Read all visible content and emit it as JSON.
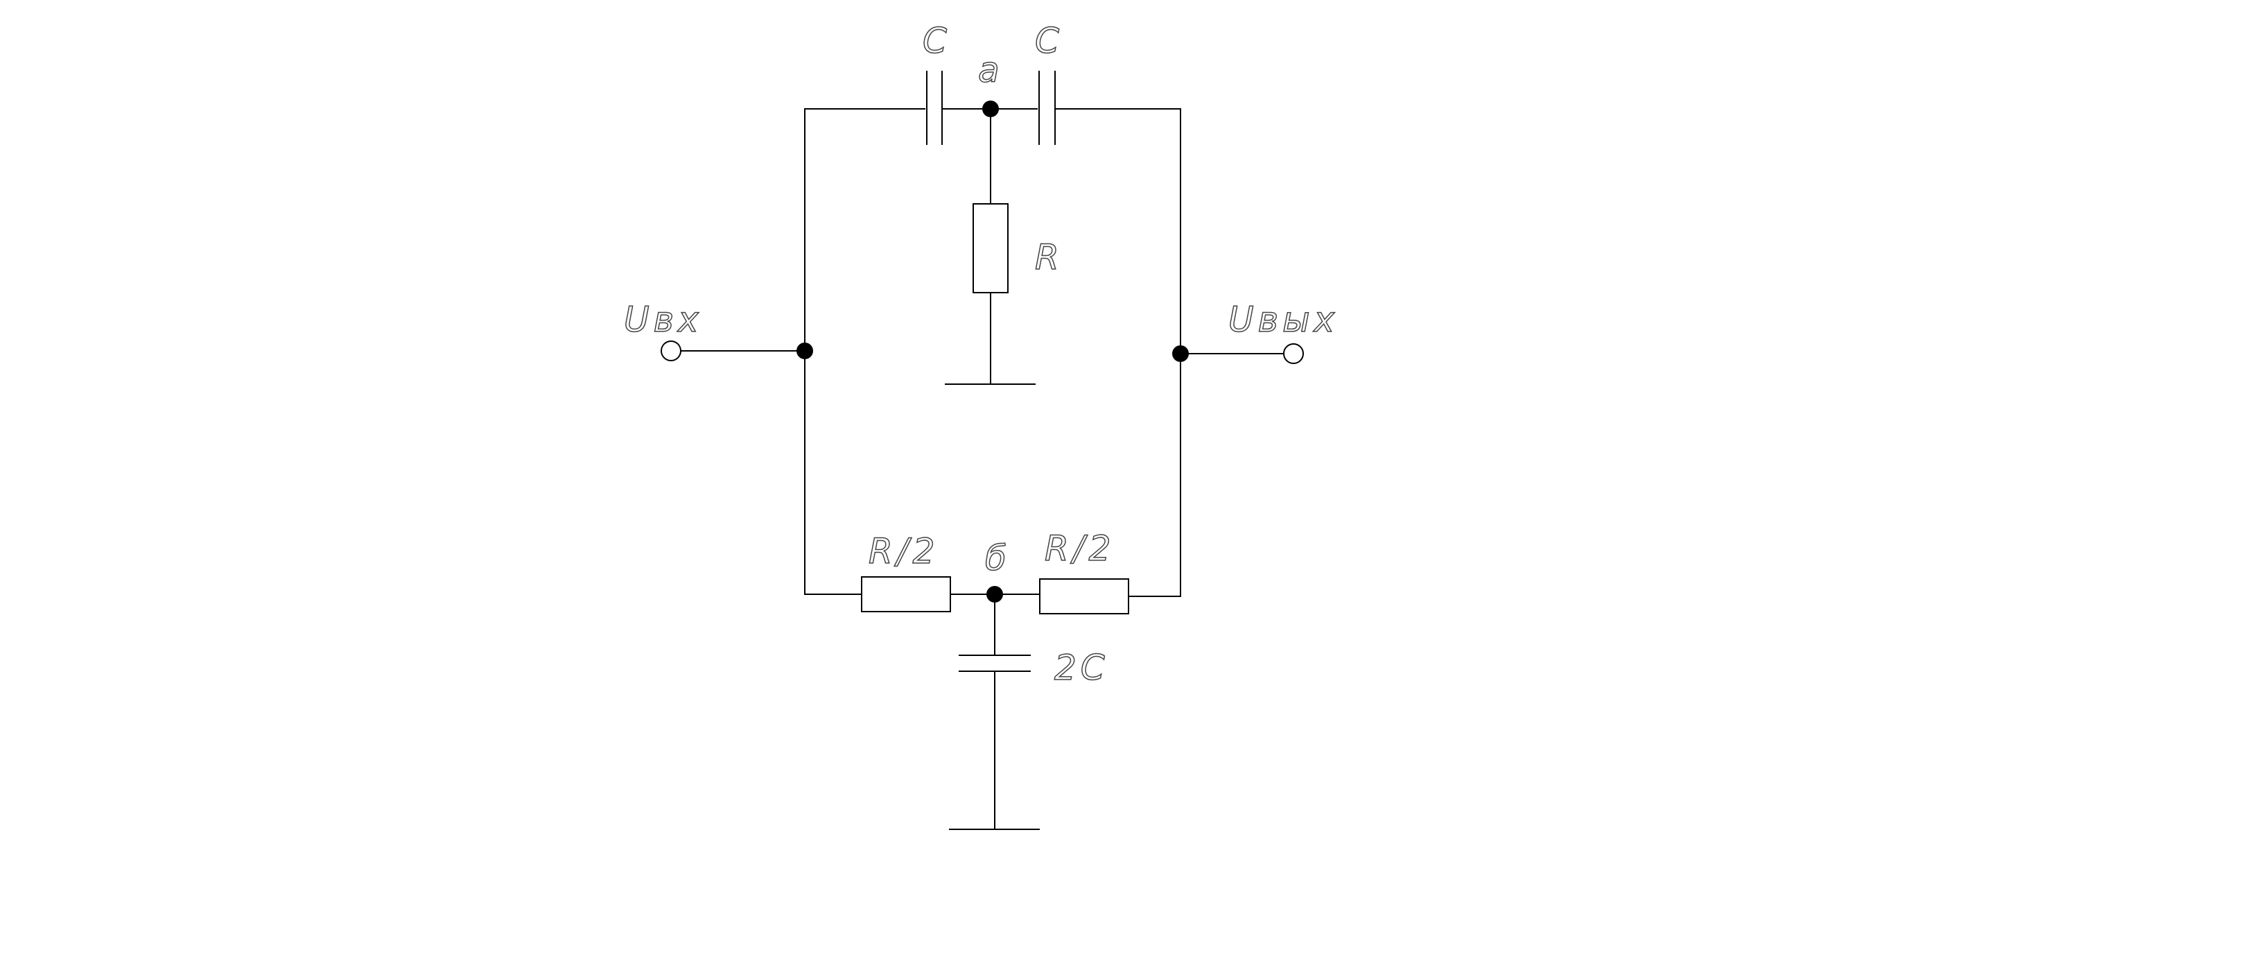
{
  "diagram": {
    "type": "circuit-schematic",
    "description_kind": "twin-T RC network",
    "line_color": "#000000",
    "label_color": "#444444",
    "background_color": "#ffffff",
    "labels": {
      "cap_top_left": "C",
      "cap_top_right": "C",
      "node_a": "a",
      "res_shunt": "R",
      "input": "Uвх",
      "output": "Uвых",
      "res_bottom_left": "R/2",
      "node_b": "б",
      "res_bottom_right": "R/2",
      "cap_shunt": "2C"
    },
    "components": [
      {
        "id": "C1",
        "kind": "capacitor",
        "label": "C",
        "between": [
          "input-node",
          "a"
        ]
      },
      {
        "id": "C2",
        "kind": "capacitor",
        "label": "C",
        "between": [
          "a",
          "output-node"
        ]
      },
      {
        "id": "R1",
        "kind": "resistor",
        "label": "R",
        "between": [
          "a",
          "ground"
        ]
      },
      {
        "id": "R2",
        "kind": "resistor",
        "label": "R/2",
        "between": [
          "input-node",
          "б"
        ]
      },
      {
        "id": "R3",
        "kind": "resistor",
        "label": "R/2",
        "between": [
          "б",
          "output-node"
        ]
      },
      {
        "id": "C3",
        "kind": "capacitor",
        "label": "2C",
        "between": [
          "б",
          "ground"
        ]
      }
    ]
  }
}
